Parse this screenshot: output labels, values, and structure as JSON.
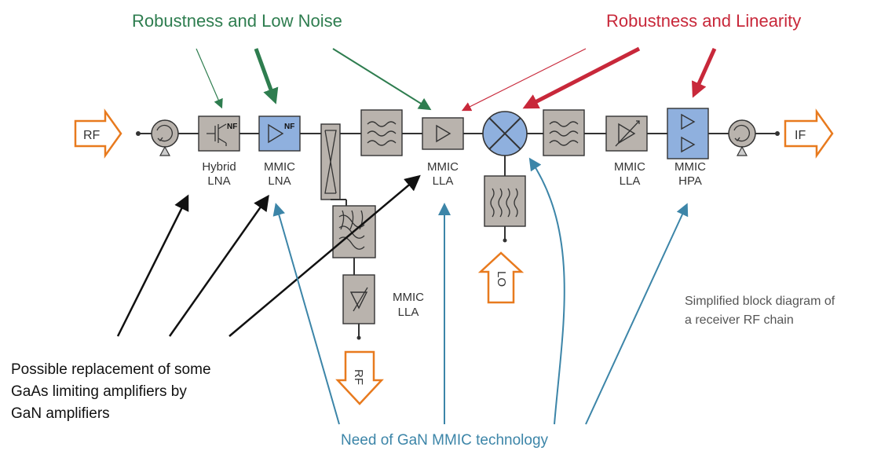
{
  "headings": {
    "low_noise": "Robustness and Low Noise",
    "linearity": "Robustness and Linearity",
    "gan_need": "Need of GaN MMIC technology"
  },
  "notes": {
    "replacement": [
      "Possible replacement of some",
      "GaAs limiting amplifiers by",
      "GaN amplifiers"
    ],
    "caption": [
      "Simplified block diagram of",
      "a receiver RF chain"
    ]
  },
  "ports": {
    "rf_in": "RF",
    "if_out": "IF",
    "lo_in": "LO",
    "rf_out": "RF"
  },
  "blocks": {
    "hybrid_lna": [
      "Hybrid",
      "LNA"
    ],
    "mmic_lna": [
      "MMIC",
      "LNA"
    ],
    "mmic_lla_1": [
      "MMIC",
      "LLA"
    ],
    "mmic_lla_2": [
      "MMIC",
      "LLA"
    ],
    "mmic_lla_3": [
      "MMIC",
      "LLA"
    ],
    "mmic_hpa": [
      "MMIC",
      "HPA"
    ],
    "nf_tag": "NF"
  },
  "colors": {
    "green": "#2e7d4f",
    "red": "#c8283a",
    "blue": "#3c85a8",
    "black": "#111111",
    "orange": "#e87a1e",
    "block_gray": "#b9b3ad",
    "block_blue": "#8fb0de"
  }
}
